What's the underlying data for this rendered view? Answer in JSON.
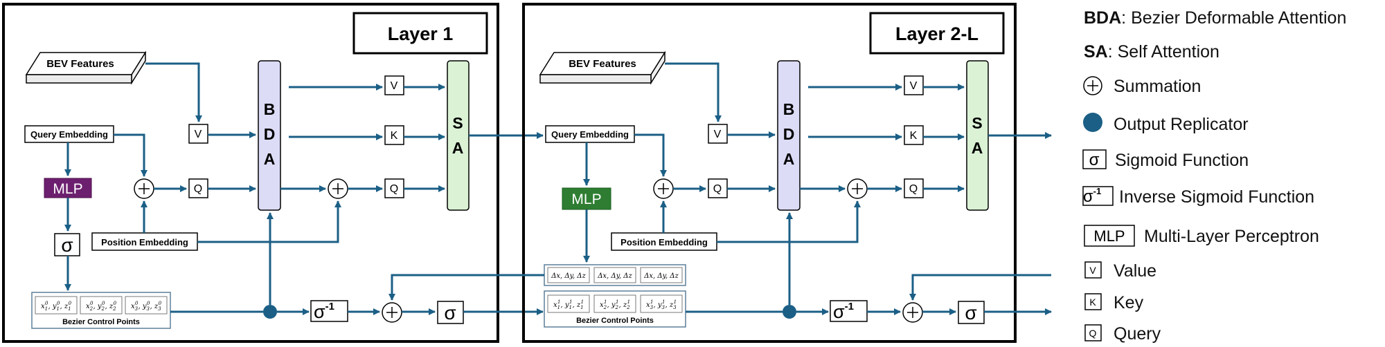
{
  "layer1": {
    "title": "Layer 1",
    "bev": "BEV Features",
    "query_embedding": "Query Embedding",
    "position_embedding": "Position Embedding",
    "mlp": "MLP",
    "bda": [
      "B",
      "D",
      "A"
    ],
    "sa": [
      "S",
      "A"
    ],
    "v": "V",
    "k": "K",
    "q": "Q",
    "sigma": "σ",
    "inv_sigma_base": "σ",
    "inv_sigma_sup": "-1",
    "bezier_label": "Bezier Control Points",
    "cps": [
      [
        "x",
        "1",
        "0",
        ", y",
        "1",
        "0",
        ", z",
        "1",
        "0"
      ],
      [
        "x",
        "2",
        "0",
        ", y",
        "2",
        "0",
        ", z",
        "2",
        "0"
      ],
      [
        "x",
        "3",
        "0",
        ", y",
        "3",
        "0",
        ", z",
        "3",
        "0"
      ]
    ]
  },
  "layer2": {
    "title": "Layer 2-L",
    "bev": "BEV Features",
    "query_embedding": "Query Embedding",
    "position_embedding": "Position Embedding",
    "mlp": "MLP",
    "bda": [
      "B",
      "D",
      "A"
    ],
    "sa": [
      "S",
      "A"
    ],
    "v": "V",
    "k": "K",
    "q": "Q",
    "sigma": "σ",
    "inv_sigma_base": "σ",
    "inv_sigma_sup": "-1",
    "bezier_label": "Bezier Control Points",
    "deltas": [
      "Δx, Δy, Δz",
      "Δx, Δy, Δz",
      "Δx, Δy, Δz"
    ],
    "cps": [
      [
        "x",
        "1",
        "1",
        ", y",
        "1",
        "1",
        ", z",
        "1",
        "1"
      ],
      [
        "x",
        "2",
        "1",
        ", y",
        "2",
        "1",
        ", z",
        "2",
        "1"
      ],
      [
        "x",
        "3",
        "1",
        ", y",
        "3",
        "1",
        ", z",
        "3",
        "1"
      ]
    ]
  },
  "legend": {
    "bda_abbr": "BDA",
    "bda_text": ": Bezier Deformable Attention",
    "sa_abbr": "SA",
    "sa_text": ": Self Attention",
    "summation": "Summation",
    "replicator": "Output Replicator",
    "sigmoid_symbol": "σ",
    "sigmoid": "Sigmoid Function",
    "inv_sigmoid_symbol": "σ",
    "inv_sigmoid_sup": "-1",
    "inv_sigmoid": "Inverse Sigmoid Function",
    "mlp_symbol": "MLP",
    "mlp": "Multi-Layer Perceptron",
    "v_symbol": "V",
    "value": "Value",
    "k_symbol": "K",
    "key": "Key",
    "q_symbol": "Q",
    "query": "Query"
  },
  "colors": {
    "arrow": "#1b5f86",
    "bda_fill": "#dcdcf7",
    "sa_fill": "#dbf2d5",
    "mlp1_fill": "#6d1f6f",
    "mlp2_fill": "#2e7d32",
    "cp_border": "#5c7f99",
    "replicator": "#1b5f86"
  }
}
